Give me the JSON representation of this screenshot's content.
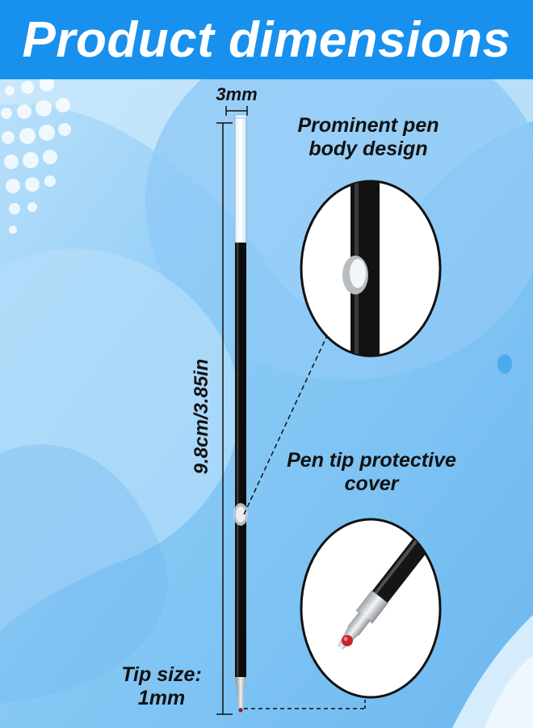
{
  "header": {
    "title": "Product dimensions"
  },
  "labels": {
    "width": "3mm",
    "length": "9.8cm/3.85in",
    "body_design": "Prominent pen body design",
    "tip_cover": "Pen tip protective cover",
    "tip_size": "Tip size: 1mm"
  },
  "colors": {
    "header": "#1890ee",
    "background": "#7fc4f4",
    "text": "#111111"
  }
}
